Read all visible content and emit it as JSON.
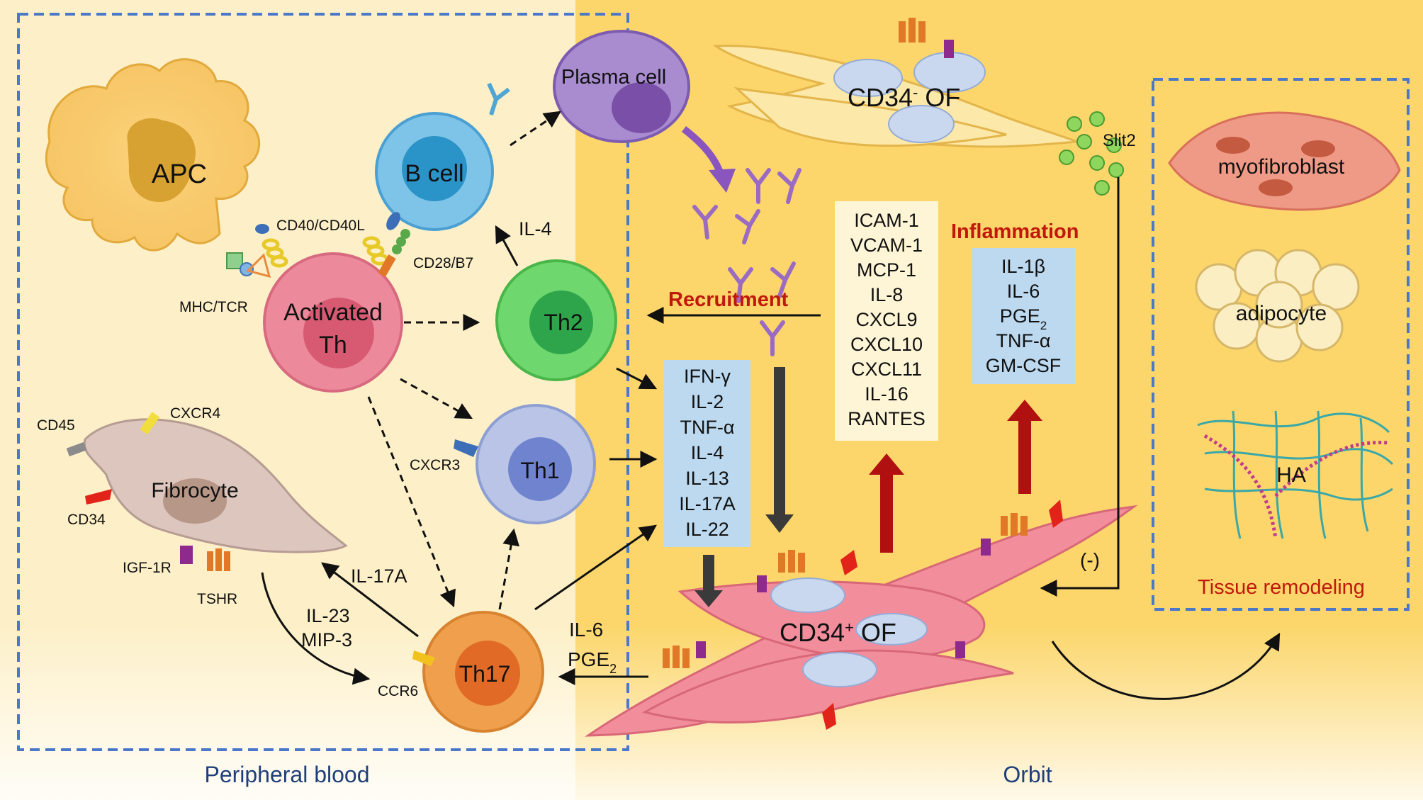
{
  "colors": {
    "blood_bg": "#fdf0c8",
    "orbit_bg": "#fcd66a",
    "dashed_frame": "#4b78c8",
    "region_label": "#1f3f7a",
    "red_label": "#c0180c",
    "blue_box": "#bcd9f0",
    "cream_box": "#fdf5d5",
    "dark_arrow": "#3a3a3a",
    "red_arrow": "#b01010",
    "purple_arrow": "#8b55c0"
  },
  "regions": {
    "peripheral_blood": "Peripheral blood",
    "orbit": "Orbit"
  },
  "cells": {
    "apc": "APC",
    "b_cell": "B cell",
    "plasma_cell": "Plasma cell",
    "activated_th_line1": "Activated",
    "activated_th_line2": "Th",
    "th2": "Th2",
    "th1": "Th1",
    "th17": "Th17",
    "fibrocyte": "Fibrocyte",
    "cd34neg_of_base": "CD34",
    "cd34neg_of_sup": "-",
    "cd34neg_of_tail": " OF",
    "cd34pos_of_base": "CD34",
    "cd34pos_of_sup": "+",
    "cd34pos_of_tail": " OF",
    "myofibroblast": "myofibroblast",
    "adipocyte": "adipocyte",
    "ha": "HA"
  },
  "receptors": {
    "cd40_cd40l": "CD40/CD40L",
    "mhc_tcr": "MHC/TCR",
    "cd28_b7": "CD28/B7",
    "cxcr4": "CXCR4",
    "cd45": "CD45",
    "cd34": "CD34",
    "igf1r": "IGF-1R",
    "tshr": "TSHR",
    "cxcr3": "CXCR3",
    "ccr6": "CCR6",
    "slit2": "Slit2"
  },
  "signals": {
    "il4": "IL-4",
    "il17a": "IL-17A",
    "il23": "IL-23",
    "mip3": "MIP-3",
    "il6": "IL-6",
    "pge2_base": "PGE",
    "pge2_sub": "2",
    "negative": "(-)"
  },
  "labels": {
    "recruitment": "Recruitment",
    "inflammation": "Inflammation",
    "tissue_remodeling": "Tissue remodeling"
  },
  "th_cytokines": [
    "IFN-γ",
    "IL-2",
    "TNF-α",
    "IL-4",
    "IL-13",
    "IL-17A",
    "IL-22"
  ],
  "chemokines": [
    "ICAM-1",
    "VCAM-1",
    "MCP-1",
    "IL-8",
    "CXCL9",
    "CXCL10",
    "CXCL11",
    "IL-16",
    "RANTES"
  ],
  "inflammatory": {
    "items": [
      "IL-1β",
      "IL-6",
      "TNF-α",
      "GM-CSF"
    ],
    "pge2_base": "PGE",
    "pge2_sub": "2"
  }
}
